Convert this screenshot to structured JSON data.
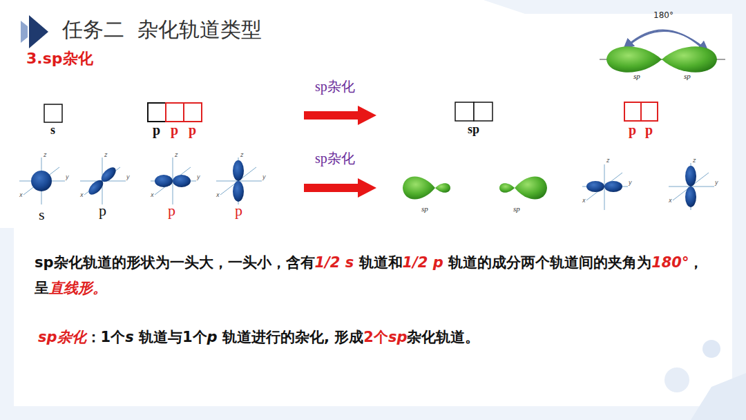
{
  "diagram": {
    "title": "任务二  杂化轨道类型",
    "labels": [
      "3.sp杂化",
      "sp杂化",
      "sp杂化",
      "180°",
      "sp",
      "sp",
      "s",
      "p",
      "p",
      "p",
      "sp",
      "p",
      "p",
      "s",
      "p",
      "p",
      "p",
      "sp",
      "sp",
      "z",
      "y",
      "x",
      "z",
      "y",
      "x",
      "z",
      "y",
      "x",
      "z",
      "y",
      "x",
      "z",
      "y",
      "x",
      "z",
      "y",
      "x",
      "sp杂化轨道的形状为一头大，一头小，含有",
      "1/2 s",
      " 轨道和",
      "1/2 p",
      " 轨道的成分两个轨道间的夹角为",
      "180°",
      "，呈",
      "直线形。",
      "sp杂化",
      "：1个",
      "s",
      " 轨道与1个",
      "p",
      " 轨道进行的杂化, 形成",
      "2个",
      "sp",
      "杂化轨道。"
    ]
  }
}
